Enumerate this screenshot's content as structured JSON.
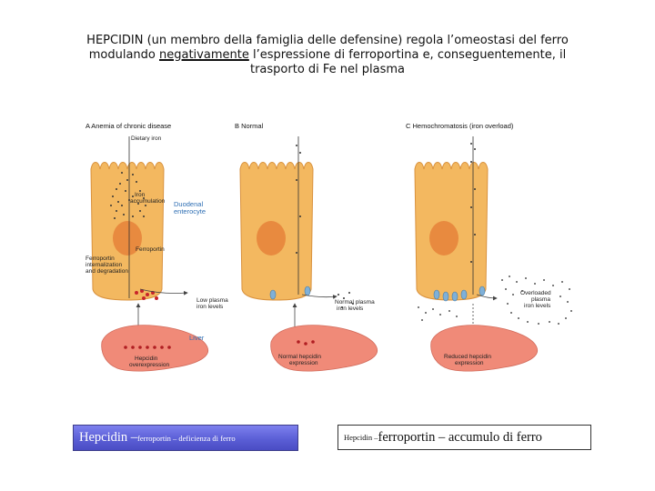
{
  "title": {
    "line1": "HEPCIDIN (un membro della famiglia delle defensine) regola l’omeostasi del ferro",
    "line2_pre": "modulando ",
    "line2_emph": "negativamente",
    "line2_post": " l’espressione di ferroportina e, conseguentemente, il",
    "line3": "trasporto di Fe nel plasma"
  },
  "figure": {
    "panel_a": {
      "heading": "A  Anemia of chronic disease",
      "dietary_iron": "Dietary iron",
      "iron_accum_1": "Iron",
      "iron_accum_2": "accumulation",
      "duodenal_1": "Duodenal",
      "duodenal_2": "enterocyte",
      "ferroportin": "Ferroportin",
      "fp_internal_1": "Ferroportin",
      "fp_internal_2": "internalization",
      "fp_internal_3": "and degradation",
      "low_plasma_1": "Low plasma",
      "low_plasma_2": "iron levels",
      "liver": "Liver",
      "liver_text_1": "Hepcidin",
      "liver_text_2": "overexpression"
    },
    "panel_b": {
      "heading": "B  Normal",
      "normal_plasma_1": "Normal plasma",
      "normal_plasma_2": "iron levels",
      "liver_text_1": "Normal hepcidin",
      "liver_text_2": "expression"
    },
    "panel_c": {
      "heading": "C  Hemochromatosis (iron overload)",
      "overloaded_1": "Overloaded",
      "overloaded_2": "plasma",
      "overloaded_3": "iron levels",
      "liver_text_1": "Reduced hepcidin",
      "liver_text_2": "expression"
    }
  },
  "captions": {
    "left_big": "Hepcidin – ",
    "left_small": "ferroportin – deficienza di ferro",
    "right_small": "Hepcidin – ",
    "right_big": "ferroportin – accumulo di ferro"
  },
  "colors": {
    "cell_fill": "#f3b860",
    "nucleus": "#e88a3f",
    "liver": "#f08a78",
    "caption_left_bg": "#5b5fd6",
    "label_blue": "#2f6fb4"
  }
}
